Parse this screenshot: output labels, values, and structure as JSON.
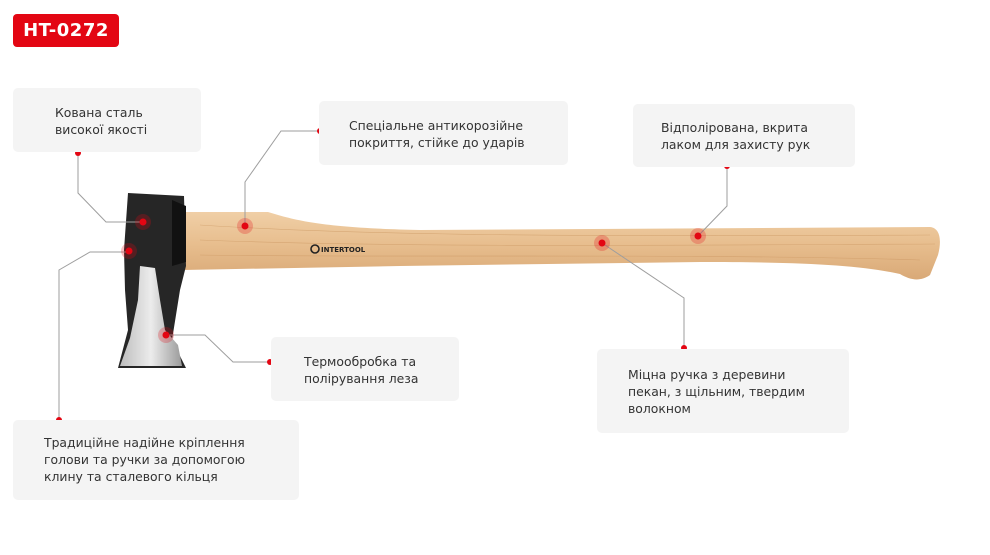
{
  "product": {
    "code": "HT-0272",
    "brand_mark": "INTERTOOL",
    "accent_color": "#e30613"
  },
  "callouts": [
    {
      "id": "forged-steel",
      "lines": [
        "Кована сталь",
        "високої якості"
      ]
    },
    {
      "id": "anticorrosion",
      "lines": [
        "Спеціальне антикорозійне",
        "покриття, стійке до ударів"
      ]
    },
    {
      "id": "polished-handle",
      "lines": [
        "Відполірована, вкрита",
        "лаком для захисту рук"
      ]
    },
    {
      "id": "heat-treatment",
      "lines": [
        "Термообробка та",
        "полірування леза"
      ]
    },
    {
      "id": "pecan-handle",
      "lines": [
        "Міцна ручка з деревини",
        "пекан, з щільним, твердим",
        "волокном"
      ]
    },
    {
      "id": "wedge-mount",
      "lines": [
        "Традиційне надійне кріплення",
        "голови та ручки за допомогою",
        "клину та сталевого кільця"
      ]
    }
  ]
}
